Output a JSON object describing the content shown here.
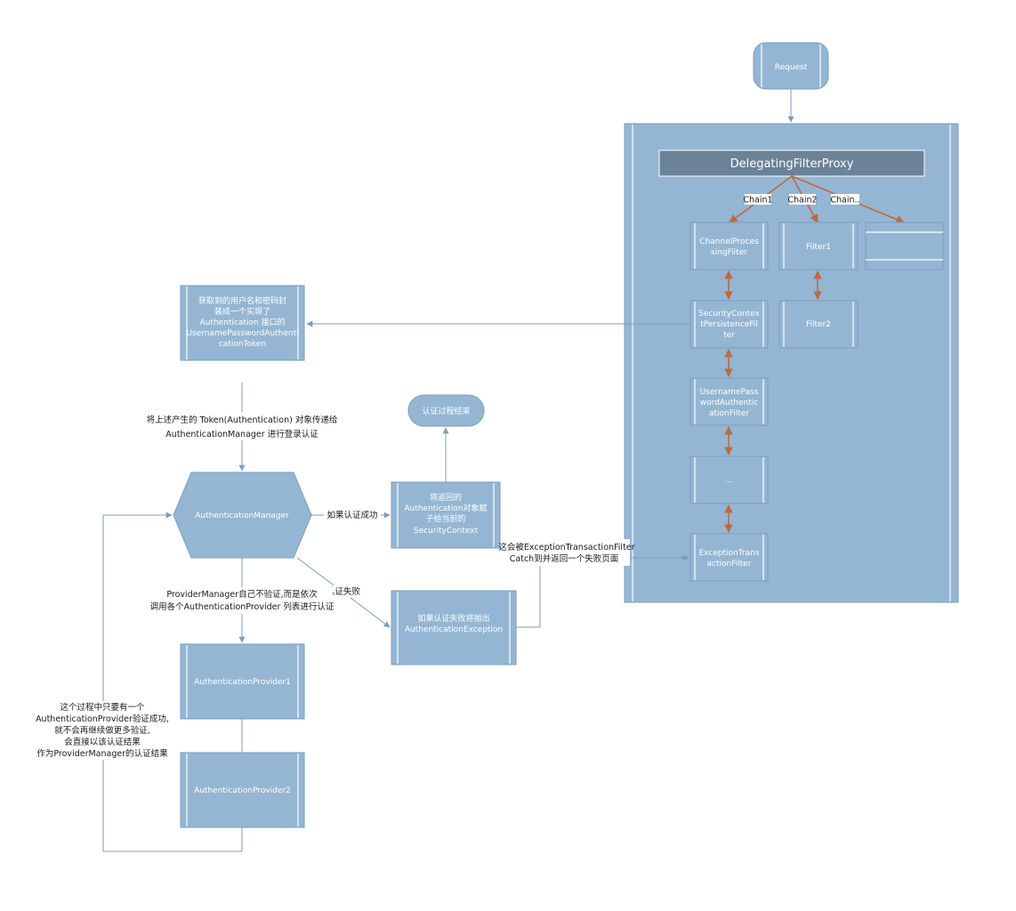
{
  "nodes": {
    "request": "Request",
    "proxy": "DelegatingFilterProxy",
    "chain1": "Chain1",
    "chain2": "Chain2",
    "chain_more": "Chain..",
    "channel_filter": [
      "ChannelProces",
      "singFilter"
    ],
    "filter1": "Filter1",
    "filter2": "Filter2",
    "security_context_filter": [
      "SecurityContex",
      "tPersistenceFil",
      "ter"
    ],
    "username_filter": [
      "UsernamePass",
      "wordAuthentic",
      "ationFilter"
    ],
    "ellipsis_filter": "...",
    "exception_filter": [
      "ExceptionTrans",
      "actionFilter"
    ],
    "token_box": [
      "获取到的用户名和密码封",
      "装成一个实现了",
      "Authentication 接口的",
      "UsernamePasswordAuthenti",
      "cationToken"
    ],
    "auth_manager": "AuthenticationManager",
    "auth_end": "认证过程结束",
    "security_context_box": [
      "将返回的",
      "Authentication对象赋",
      "子给当前的",
      "SecurityContext"
    ],
    "exception_box": [
      "如果认证失败将抛出",
      "AuthenticationException"
    ],
    "provider1": "AuthenticationProvider1",
    "provider2": "AuthenticationProvider2"
  },
  "edge_labels": {
    "pass_token": [
      "将上述产生的 Token(Authentication) 对象传递给",
      "AuthenticationManager 进行登录认证"
    ],
    "auth_success": "如果认证成功",
    "auth_fail": "认证失败",
    "provider_manager": [
      "ProviderManager自己不验证,而是依次",
      "调用各个AuthenticationProvider 列表进行认证"
    ],
    "exception_caught": [
      "这会被ExceptionTransactionFilter",
      "Catch到并返回一个失败页面"
    ],
    "loop_note": [
      "这个过程中只要有一个",
      "AuthenticationProvider验证成功,",
      "就不会再继续做更多验证,",
      "会直接以该认证结果",
      "作为ProviderManager的认证结果"
    ]
  },
  "colors": {
    "box_fill": "#94b6d3",
    "box_stroke": "#7a9ec0",
    "proxy_fill": "#6b8299",
    "arrow_orange": "#c0693e",
    "edge": "#7a9ec0"
  }
}
